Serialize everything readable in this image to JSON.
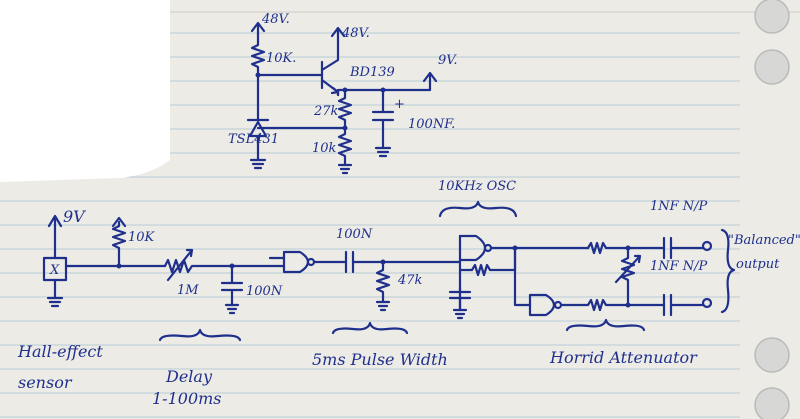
{
  "colors": {
    "ink": "#1f2f8c",
    "paper": "#ecebe6",
    "rule_lines": "#8fb3c9"
  },
  "power_supply": {
    "v48_a": "48V.",
    "v48_b": "48V.",
    "r_top": "10K.",
    "transistor": "BD139",
    "v9_out": "9V.",
    "r_27k": "27k",
    "c_100nf": "100NF.",
    "regulator": "TSL431",
    "r_bottom": "10k"
  },
  "main_circuit": {
    "v9": "9V",
    "r_pullup": "10K",
    "sensor_symbol": "X",
    "pot_1m": "1M",
    "c_delay": "100N",
    "c_coupling": "100N",
    "r_47k": "47k",
    "osc_label": "10KHz OSC",
    "c_out_top": "1NF N/P",
    "c_out_bottom": "1NF N/P",
    "output_label_line1": "\"Balanced\"",
    "output_label_line2": "output"
  },
  "stage_labels": {
    "hall_line1": "Hall-effect",
    "hall_line2": "sensor",
    "delay_line1": "Delay",
    "delay_line2": "1-100ms",
    "pulse_width": "5ms Pulse Width",
    "attenuator": "Horrid Attenuator"
  }
}
